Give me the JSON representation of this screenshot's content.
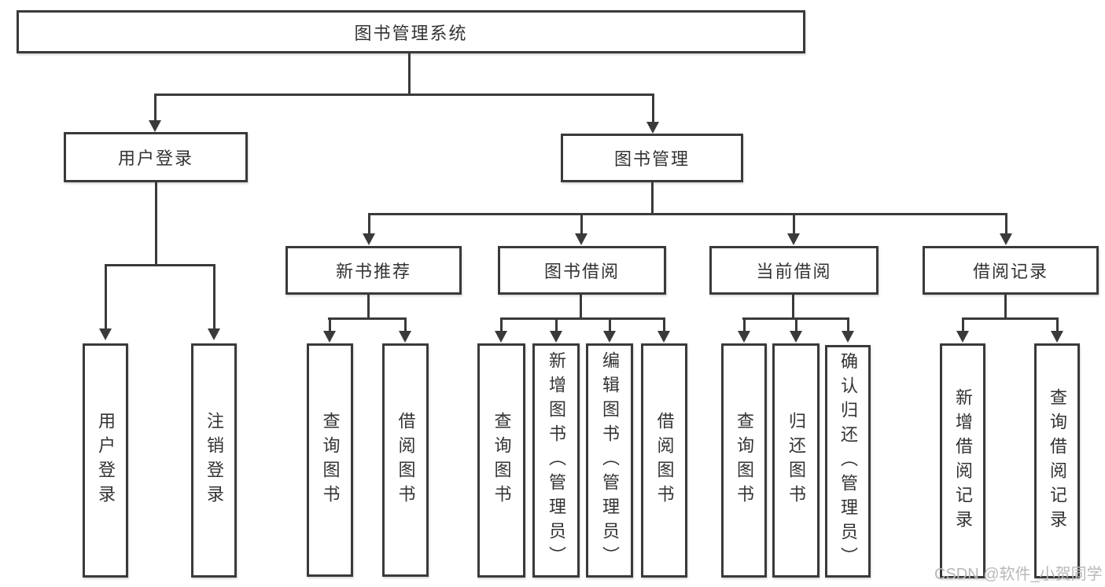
{
  "root": {
    "label": "图书管理系统"
  },
  "level2": [
    {
      "label": "用户登录"
    },
    {
      "label": "图书管理"
    }
  ],
  "level3": [
    {
      "label": "新书推荐"
    },
    {
      "label": "图书借阅"
    },
    {
      "label": "当前借阅"
    },
    {
      "label": "借阅记录"
    }
  ],
  "leaves": {
    "user_login": [
      {
        "label": "用户登录"
      },
      {
        "label": "注销登录"
      }
    ],
    "new_books": [
      {
        "label": "查询图书"
      },
      {
        "label": "借阅图书"
      }
    ],
    "book_borrow": [
      {
        "label": "查询图书"
      },
      {
        "label": "新增图书（管理员）"
      },
      {
        "label": "编辑图书（管理员）"
      },
      {
        "label": "借阅图书"
      }
    ],
    "current_borrow": [
      {
        "label": "查询图书"
      },
      {
        "label": "归还图书"
      },
      {
        "label": "确认归还（管理员）"
      }
    ],
    "borrow_records": [
      {
        "label": "新增借阅记录"
      },
      {
        "label": "查询借阅记录"
      }
    ]
  },
  "watermark": {
    "text": "CSDN @软件_小贺同学"
  },
  "colors": {
    "line": "#3a3a3a",
    "text": "#333333",
    "watermark": "#b8b8b8",
    "background": "#ffffff"
  }
}
